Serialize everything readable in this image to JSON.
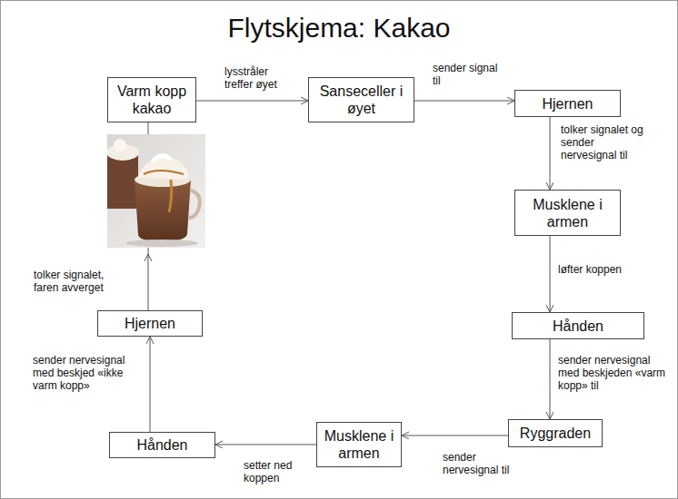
{
  "diagram": {
    "title": "Flytskjema: Kakao",
    "nodes": [
      {
        "text": [
          "Varm kopp kakao"
        ]
      },
      {
        "text": [
          "Sanseceller i øyet"
        ]
      },
      {
        "text": [
          "Hjernen"
        ]
      },
      {
        "text": [
          "Musklene i armen"
        ]
      },
      {
        "text": [
          "Hånden"
        ]
      },
      {
        "text": [
          "Ryggraden"
        ]
      },
      {
        "text": [
          "Musklene i armen"
        ]
      },
      {
        "text": [
          "Hånden"
        ]
      },
      {
        "text": [
          "Hjernen"
        ]
      }
    ],
    "edges": [
      {
        "from": 0,
        "to": 1,
        "arrow": "to",
        "label": "lysstråler treffer øyet"
      },
      {
        "from": 1,
        "to": 2,
        "arrow": "to",
        "label": "sender signal til"
      },
      {
        "from": 2,
        "to": 3,
        "arrow": "to",
        "label": "tolker signalet og sender nervesignal til"
      },
      {
        "from": 3,
        "to": 4,
        "arrow": "to",
        "label": "løfter koppen"
      },
      {
        "from": 4,
        "to": 5,
        "arrow": "to",
        "label": "sender nervesignal med beskjeden «varm kopp» til"
      },
      {
        "from": 5,
        "to": 6,
        "arrow": "to",
        "label": "sender nervesignal til"
      },
      {
        "from": 6,
        "to": 7,
        "arrow": "to",
        "label": "setter ned koppen"
      },
      {
        "from": 7,
        "to": 8,
        "arrow": "to",
        "label": "sender nervesignal med beskjed «ikke varm kopp»"
      },
      {
        "from": 8,
        "to": 0,
        "arrow": "to",
        "label": "tolker signalet, faren avverget"
      }
    ]
  }
}
